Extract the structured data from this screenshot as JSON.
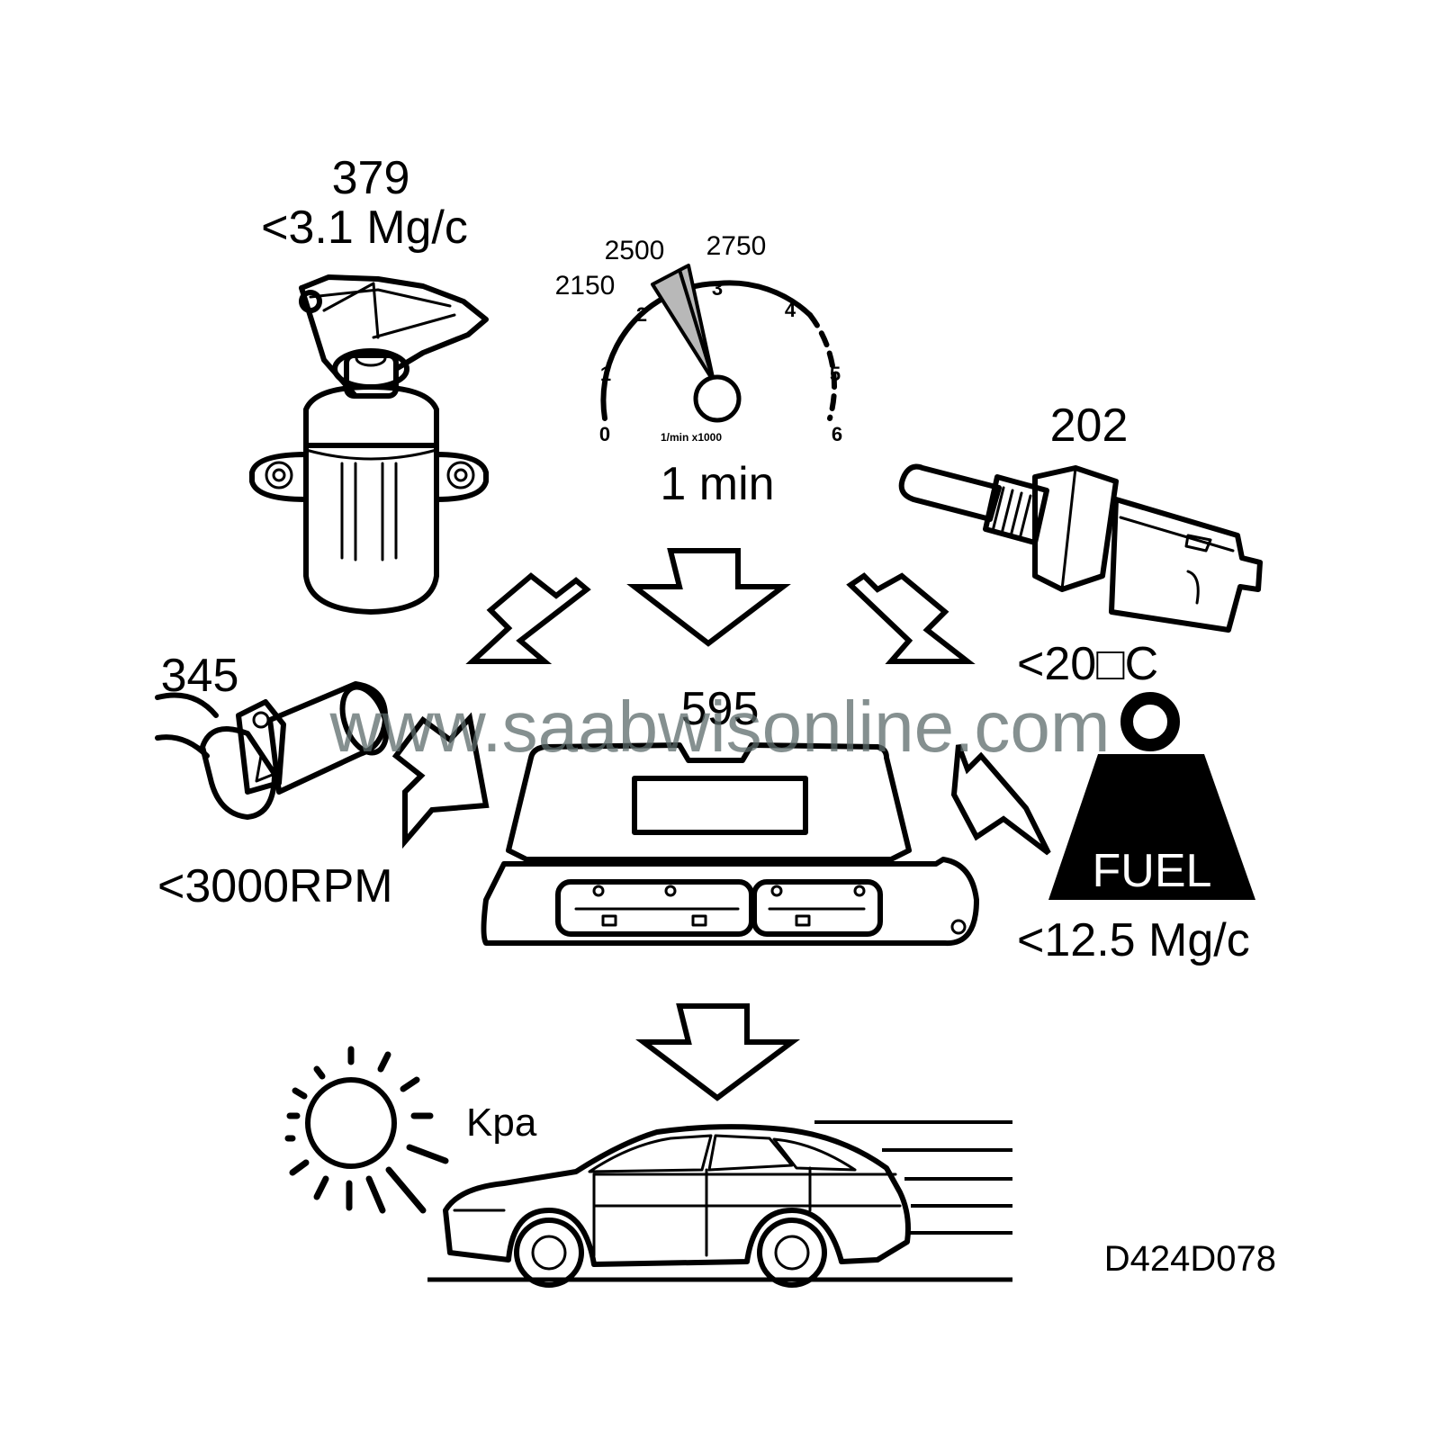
{
  "components": {
    "throttle": {
      "id": "379",
      "value": "<3.1 Mg/c"
    },
    "coolant_sensor": {
      "id": "202",
      "value": "<20□C"
    },
    "crank_sensor": {
      "id": "345",
      "value": "<3000RPM"
    },
    "ecu": {
      "id": "595"
    },
    "fuel": {
      "label": "FUEL",
      "value": "<12.5 Mg/c"
    }
  },
  "tachometer": {
    "marks": [
      "2150",
      "2500",
      "2750"
    ],
    "ticks": [
      "0",
      "1",
      "2",
      "3",
      "4",
      "5",
      "6"
    ],
    "unit": "1/min x1000",
    "duration": "1 min"
  },
  "ambient": {
    "pressure_label": "Kpa"
  },
  "watermark": "www.saabwisonline.com",
  "figure_code": "D424D078"
}
